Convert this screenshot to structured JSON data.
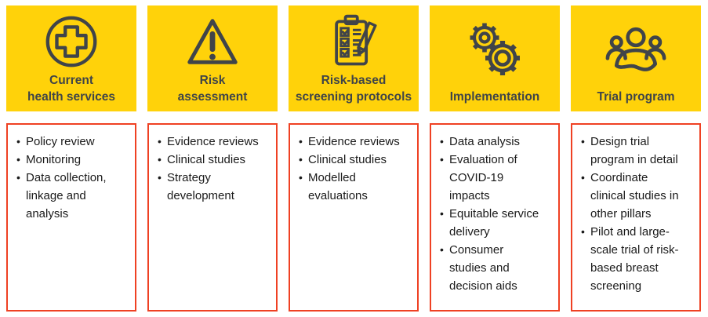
{
  "diagram_title": "Five pillar program diagram",
  "colors": {
    "header_background": "#FFD20A",
    "box_border": "#EF4123",
    "icon_stroke": "#404449",
    "title_text": "#3F4448",
    "bullet_text": "#1A1A1A"
  },
  "columns": [
    {
      "icon": "medical-cross-circle-icon",
      "title_lines": {
        "0": "Current",
        "1": "health services"
      },
      "bullets": {
        "0": "Policy review",
        "1": "Monitoring",
        "2": "Data collection,\nlinkage and\nanalysis"
      }
    },
    {
      "icon": "warning-triangle-icon",
      "title_lines": {
        "0": "Risk",
        "1": "assessment"
      },
      "bullets": {
        "0": "Evidence reviews",
        "1": "Clinical studies",
        "2": "Strategy\ndevelopment"
      }
    },
    {
      "icon": "checklist-clipboard-icon",
      "title_lines": {
        "0": "Risk-based",
        "1": "screening protocols"
      },
      "bullets": {
        "0": "Evidence reviews",
        "1": "Clinical studies",
        "2": "Modelled\nevaluations"
      }
    },
    {
      "icon": "gears-icon",
      "title_lines": {
        "0": "Implementation"
      },
      "bullets": {
        "0": "Data analysis",
        "1": "Evaluation of\nCOVID-19\nimpacts",
        "2": "Equitable service\ndelivery",
        "3": "Consumer\nstudies and\ndecision aids"
      }
    },
    {
      "icon": "people-group-icon",
      "title_lines": {
        "0": "Trial program"
      },
      "bullets": {
        "0": "Design trial\nprogram in detail",
        "1": "Coordinate\nclinical studies in\nother pillars",
        "2": "Pilot and large-\nscale trial of risk-\nbased breast\nscreening"
      }
    }
  ]
}
